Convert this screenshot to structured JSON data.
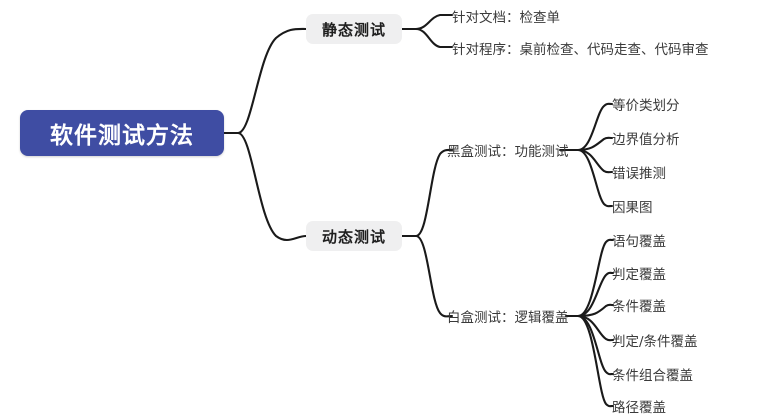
{
  "diagram": {
    "type": "mindmap",
    "title": "软件测试方法",
    "colors": {
      "root_fill": "#3f4da3",
      "root_text": "#ffffff",
      "branch_fill": "#efeff0",
      "branch_text": "#1e1e1e",
      "leaf_text": "#3a3a3a",
      "connector": "#1a1a1a",
      "background": "#ffffff"
    },
    "root": {
      "label": "软件测试方法"
    },
    "branches": [
      {
        "label": "静态测试",
        "children": [
          {
            "label": "针对文档：检查单"
          },
          {
            "label": "针对程序：桌前检查、代码走查、代码审查"
          }
        ]
      },
      {
        "label": "动态测试",
        "groups": [
          {
            "label": "黑盒测试：功能测试",
            "children": [
              {
                "label": "等价类划分"
              },
              {
                "label": "边界值分析"
              },
              {
                "label": "错误推测"
              },
              {
                "label": "因果图"
              }
            ]
          },
          {
            "label": "白盒测试：逻辑覆盖",
            "children": [
              {
                "label": "语句覆盖"
              },
              {
                "label": "判定覆盖"
              },
              {
                "label": "条件覆盖"
              },
              {
                "label": "判定/条件覆盖"
              },
              {
                "label": "条件组合覆盖"
              },
              {
                "label": "路径覆盖"
              }
            ]
          }
        ]
      }
    ]
  }
}
